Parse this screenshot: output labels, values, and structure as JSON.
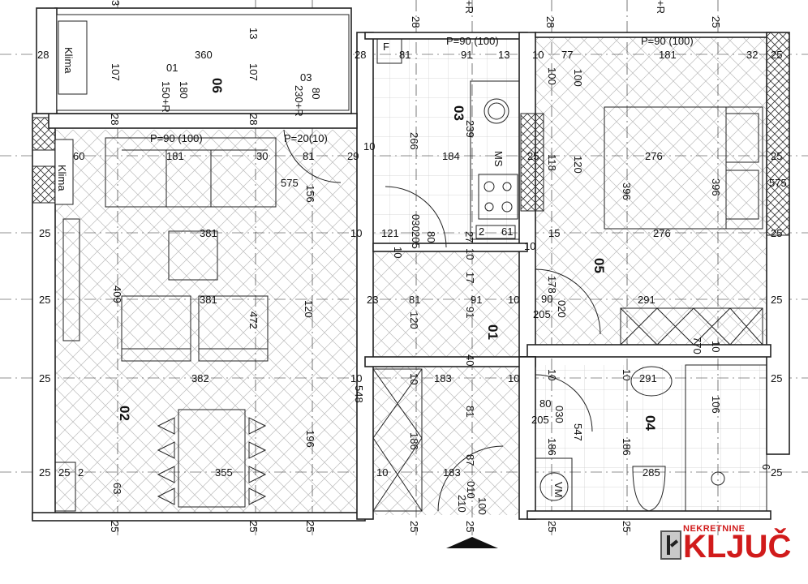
{
  "rooms": {
    "r01": "01",
    "r02": "02",
    "r03": "03",
    "r04": "04",
    "r05": "05",
    "r06": "06"
  },
  "labels": {
    "klima_top": "Klima",
    "klima_left": "Klima",
    "window_bath": "P=90 (100)",
    "window_bed": "P=90 (100)",
    "window_living": "P=90 (100)",
    "window_living2": "P=20(10)",
    "door01_a": "01",
    "door01_b": "150+R",
    "door01_c": "180",
    "door03_a": "03",
    "door03_b": "230+R",
    "door03_c": "80",
    "f_label": "F",
    "ms_label": "MS",
    "vm_label": "VM",
    "door030": "030",
    "door030_w": "205",
    "door030_h": "80",
    "door020": "020",
    "door020_w": "205",
    "door020_h": "90",
    "door030b": "030",
    "door030b_w": "205",
    "door030b_h": "80",
    "door010": "010",
    "door010_w": "210",
    "door010_h": "100"
  },
  "dims": {
    "d360": "360",
    "d107a": "107",
    "d107b": "107",
    "d13": "13",
    "d28a": "28",
    "d28b": "28",
    "d28c": "28",
    "d28d": "28",
    "d28e": "28",
    "d28f": "28",
    "d81a": "81",
    "d91a": "91",
    "d13b": "13",
    "d10a": "10",
    "d77": "77",
    "d181a": "181",
    "d32": "32",
    "d25a": "25",
    "d100a": "100",
    "d100b": "100",
    "d60": "60",
    "d181b": "181",
    "d30": "30",
    "d81b": "81",
    "d29": "29",
    "d10b": "10",
    "d266": "266",
    "d239": "239",
    "d184": "184",
    "d25b": "25",
    "d118": "118",
    "d120a": "120",
    "d276a": "276",
    "d25c": "25",
    "d575a": "575",
    "d575b": "575",
    "d156": "156",
    "d396a": "396",
    "d396b": "396",
    "d25d": "25",
    "d381a": "381",
    "d10c": "10",
    "d121": "121",
    "d27": "27",
    "d2": "2",
    "d61": "61",
    "d10d": "10",
    "d15": "15",
    "d276b": "276",
    "d25e": "25",
    "d10e": "10",
    "d10f": "10",
    "d409": "409",
    "d381b": "381",
    "d472": "472",
    "d120b": "120",
    "d23": "23",
    "d81c": "81",
    "d91b": "91",
    "d10g": "10",
    "d17": "17",
    "d178": "178",
    "d291a": "291",
    "d25f": "25",
    "d120c": "120",
    "d91c": "91",
    "d40": "40",
    "d770": "770",
    "d10h": "10",
    "d25g": "25",
    "d382": "382",
    "d10i": "10",
    "d548": "548",
    "d10j": "10",
    "d183a": "183",
    "d10k": "10",
    "d10l": "10",
    "d10m": "10",
    "d291b": "291",
    "d25h": "25",
    "d81d": "81",
    "d106": "106",
    "d196": "196",
    "d186a": "186",
    "d547": "547",
    "d186b": "186",
    "d186c": "186",
    "d87": "87",
    "d183b": "183",
    "d285": "285",
    "d6": "6",
    "d25i": "25",
    "d25j": "25",
    "d2b": "2",
    "d355": "355",
    "d63": "63",
    "d10n": "10",
    "d25k": "25",
    "d25l": "25",
    "d25m": "25",
    "d25n": "25",
    "d25o": "25",
    "d25p": "25",
    "d25q": "25",
    "d25r": "25",
    "d25s": "25",
    "d3": "3",
    "d25t": "25",
    "r1": "+R",
    "r2": "+R"
  },
  "logo": {
    "top": "NEKRETNINE",
    "main": "KLJUČ"
  }
}
